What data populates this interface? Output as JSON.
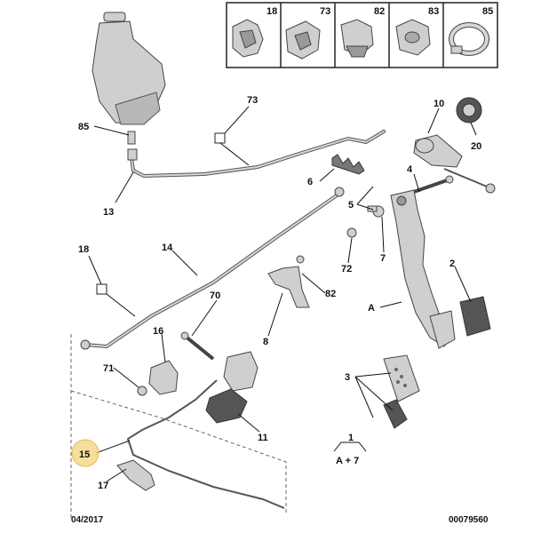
{
  "inset_labels": [
    "18",
    "73",
    "82",
    "83",
    "85"
  ],
  "callouts": {
    "c73": "73",
    "c85": "85",
    "c10": "10",
    "c20": "20",
    "c4": "4",
    "c6": "6",
    "c5": "5",
    "c13": "13",
    "c18": "18",
    "c14": "14",
    "c72": "72",
    "c7": "7",
    "c2": "2",
    "c82": "82",
    "c70": "70",
    "c16": "16",
    "cA": "A",
    "c8": "8",
    "c71": "71",
    "c3": "3",
    "c11": "11",
    "c1": "1",
    "c1sub": "A + 7",
    "c15": "15",
    "c17": "17"
  },
  "footer": {
    "date": "04/2017",
    "ref": "00079560"
  },
  "colors": {
    "highlight": "#f6d37a",
    "part_fill": "#cfcfcf",
    "dark_part": "#4a4a4a"
  }
}
